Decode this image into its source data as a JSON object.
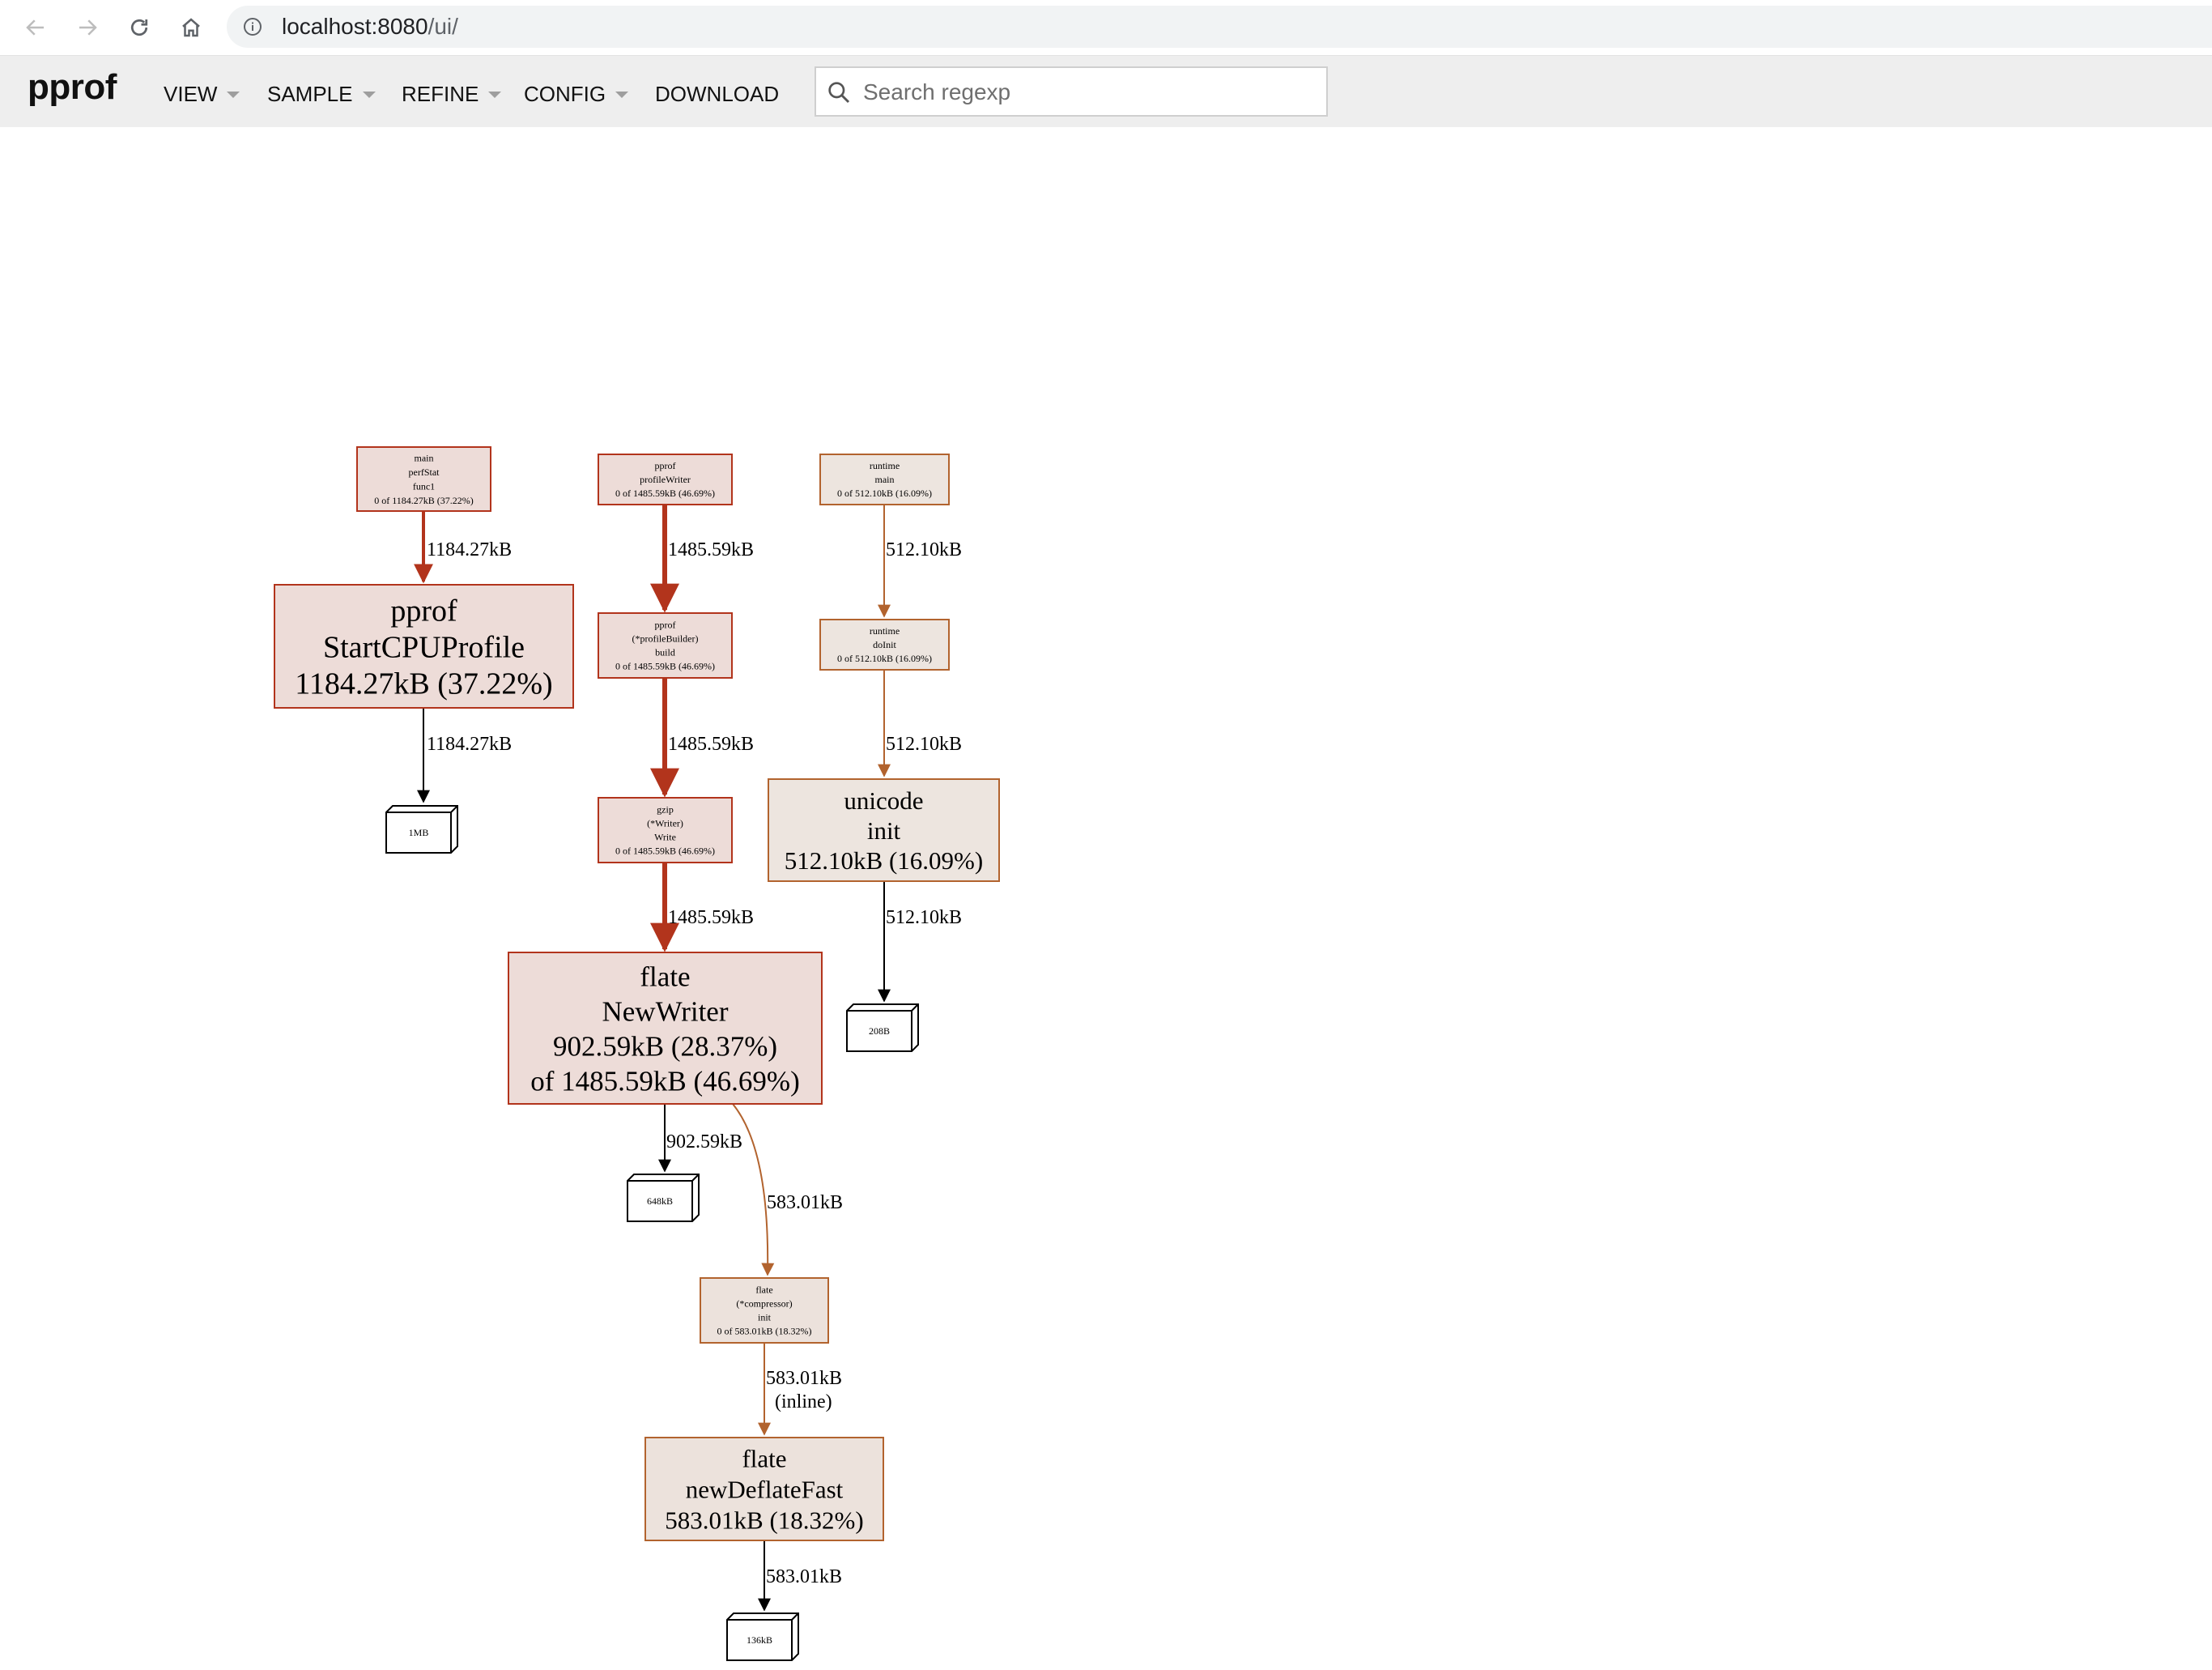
{
  "browser": {
    "url_host": "localhost:8080",
    "url_path": "/ui/"
  },
  "toolbar": {
    "brand": "pprof",
    "menus": [
      "VIEW",
      "SAMPLE",
      "REFINE",
      "CONFIG",
      "DOWNLOAD"
    ],
    "search_placeholder": "Search regexp"
  },
  "colors": {
    "hot_edge": "#b2341c",
    "mid_edge": "#b2632e",
    "cool_edge": "#000000",
    "node_hot_fill": "#eddcd8",
    "node_mid_fill": "#ece2dc",
    "node_cool_fill": "#ede5df"
  },
  "graph": {
    "nodes": [
      {
        "id": "perfstat",
        "lines": [
          "main",
          "perfStat",
          "func1",
          "0 of 1184.27kB (37.22%)"
        ]
      },
      {
        "id": "profilewriter",
        "lines": [
          "pprof",
          "profileWriter",
          "0 of 1485.59kB (46.69%)"
        ]
      },
      {
        "id": "runtime-main",
        "lines": [
          "runtime",
          "main",
          "0 of 512.10kB (16.09%)"
        ]
      },
      {
        "id": "startcpuprofile",
        "lines": [
          "pprof",
          "StartCPUProfile",
          "1184.27kB (37.22%)"
        ]
      },
      {
        "id": "profilebuilder",
        "lines": [
          "pprof",
          "(*profileBuilder)",
          "build",
          "0 of 1485.59kB (46.69%)"
        ]
      },
      {
        "id": "doinit",
        "lines": [
          "runtime",
          "doInit",
          "0 of 512.10kB (16.09%)"
        ]
      },
      {
        "id": "gzip-write",
        "lines": [
          "gzip",
          "(*Writer)",
          "Write",
          "0 of 1485.59kB (46.69%)"
        ]
      },
      {
        "id": "unicode-init",
        "lines": [
          "unicode",
          "init",
          "512.10kB (16.09%)"
        ]
      },
      {
        "id": "newwriter",
        "lines": [
          "flate",
          "NewWriter",
          "902.59kB (28.37%)",
          "of 1485.59kB (46.69%)"
        ]
      },
      {
        "id": "compressor-init",
        "lines": [
          "flate",
          "(*compressor)",
          "init",
          "0 of 583.01kB (18.32%)"
        ]
      },
      {
        "id": "newdeflatefast",
        "lines": [
          "flate",
          "newDeflateFast",
          "583.01kB (18.32%)"
        ]
      }
    ],
    "leaves": [
      {
        "id": "leaf-1mb",
        "label": "1MB"
      },
      {
        "id": "leaf-208b",
        "label": "208B"
      },
      {
        "id": "leaf-648kb",
        "label": "648kB"
      },
      {
        "id": "leaf-136kb",
        "label": "136kB"
      }
    ],
    "edges": [
      {
        "id": "e1",
        "from": "perfstat",
        "to": "startcpuprofile",
        "label": "1184.27kB"
      },
      {
        "id": "e2",
        "from": "startcpuprofile",
        "to": "leaf-1mb",
        "label": "1184.27kB"
      },
      {
        "id": "e3",
        "from": "profilewriter",
        "to": "profilebuilder",
        "label": "1485.59kB"
      },
      {
        "id": "e4",
        "from": "profilebuilder",
        "to": "gzip-write",
        "label": "1485.59kB"
      },
      {
        "id": "e5",
        "from": "gzip-write",
        "to": "newwriter",
        "label": "1485.59kB"
      },
      {
        "id": "e6",
        "from": "runtime-main",
        "to": "doinit",
        "label": "512.10kB"
      },
      {
        "id": "e7",
        "from": "doinit",
        "to": "unicode-init",
        "label": "512.10kB"
      },
      {
        "id": "e8",
        "from": "unicode-init",
        "to": "leaf-208b",
        "label": "512.10kB"
      },
      {
        "id": "e9",
        "from": "newwriter",
        "to": "leaf-648kb",
        "label": "902.59kB"
      },
      {
        "id": "e10",
        "from": "newwriter",
        "to": "compressor-init",
        "label": "583.01kB"
      },
      {
        "id": "e11",
        "from": "compressor-init",
        "to": "newdeflatefast",
        "label": "583.01kB",
        "label2": "(inline)"
      },
      {
        "id": "e12",
        "from": "newdeflatefast",
        "to": "leaf-136kb",
        "label": "583.01kB"
      }
    ]
  }
}
